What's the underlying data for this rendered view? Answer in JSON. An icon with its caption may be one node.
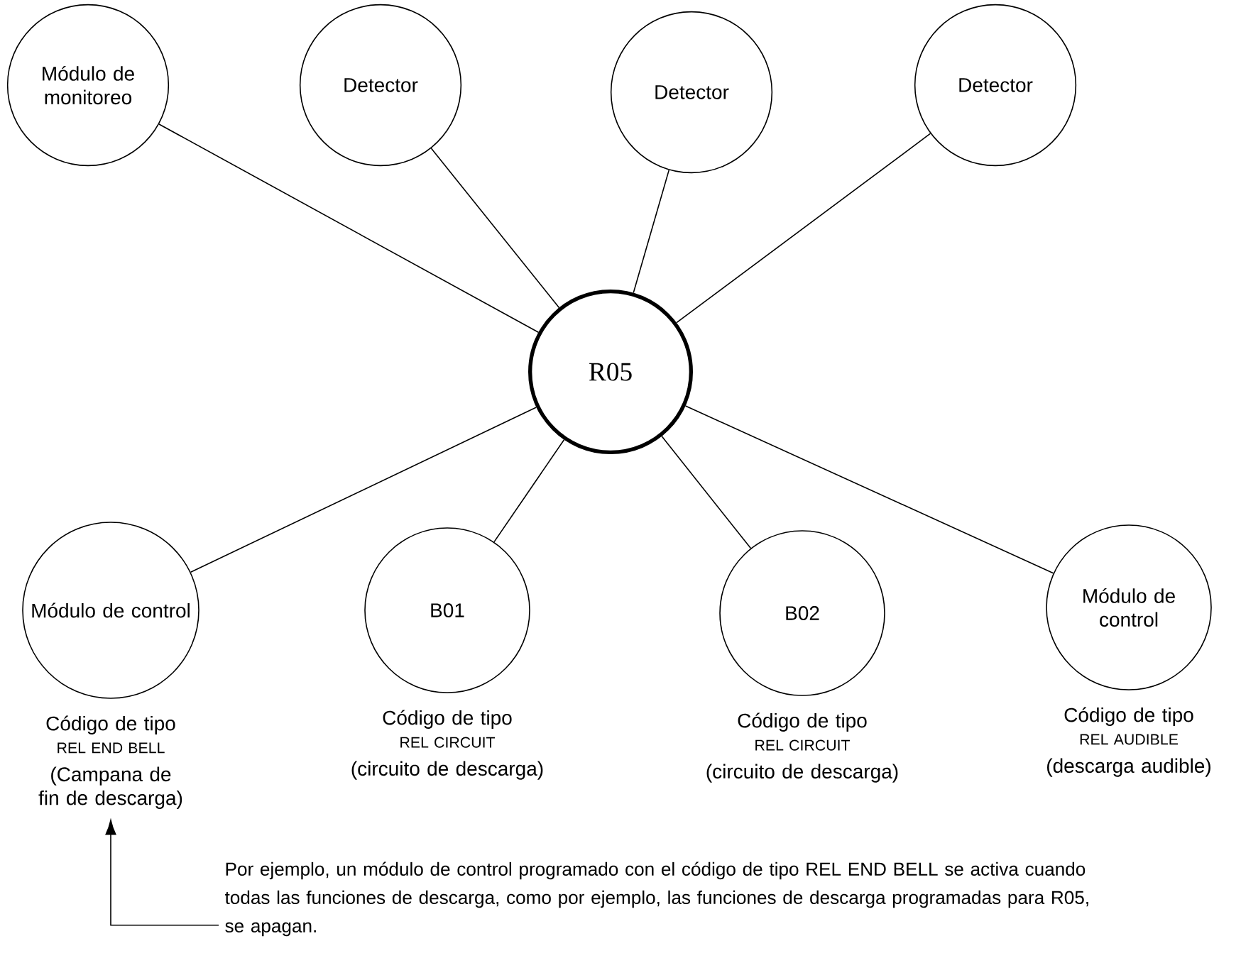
{
  "diagram": {
    "nodes": [
      {
        "text": [
          "Módulo de monitoreo"
        ]
      },
      {
        "text": [
          "Detector"
        ]
      },
      {
        "text": [
          "Detector"
        ]
      },
      {
        "text": [
          "Detector"
        ]
      },
      {
        "text": [
          "R05"
        ]
      },
      {
        "text": [
          "Módulo de control"
        ],
        "beside": [
          "Código de tipo",
          "REL END BELL",
          "(Campana de fin de descarga)"
        ]
      },
      {
        "text": [
          "B01"
        ],
        "beside": [
          "Código de tipo",
          "REL CIRCUIT",
          "(circuito de descarga)"
        ]
      },
      {
        "text": [
          "B02"
        ],
        "beside": [
          "Código de tipo",
          "REL CIRCUIT",
          "(circuito de descarga)"
        ]
      },
      {
        "text": [
          "Módulo de control"
        ],
        "beside": [
          "Código de tipo",
          "REL AUDIBLE",
          "(descarga audible)"
        ]
      },
      {
        "text": [
          "Por ejemplo, un módulo de control programado con el código de tipo REL END BELL se activa cuando todas las funciones de descarga, como por ejemplo, las funciones de descarga programadas para R05, se apagan."
        ]
      }
    ],
    "edges": [
      {
        "from": 0,
        "to": 4,
        "arrow": "none"
      },
      {
        "from": 1,
        "to": 4,
        "arrow": "none"
      },
      {
        "from": 2,
        "to": 4,
        "arrow": "none"
      },
      {
        "from": 3,
        "to": 4,
        "arrow": "none"
      },
      {
        "from": 4,
        "to": 5,
        "arrow": "none"
      },
      {
        "from": 4,
        "to": 6,
        "arrow": "none"
      },
      {
        "from": 4,
        "to": 7,
        "arrow": "none"
      },
      {
        "from": 4,
        "to": 8,
        "arrow": "none"
      },
      {
        "from": 9,
        "to": 5,
        "arrow": "to"
      }
    ]
  }
}
